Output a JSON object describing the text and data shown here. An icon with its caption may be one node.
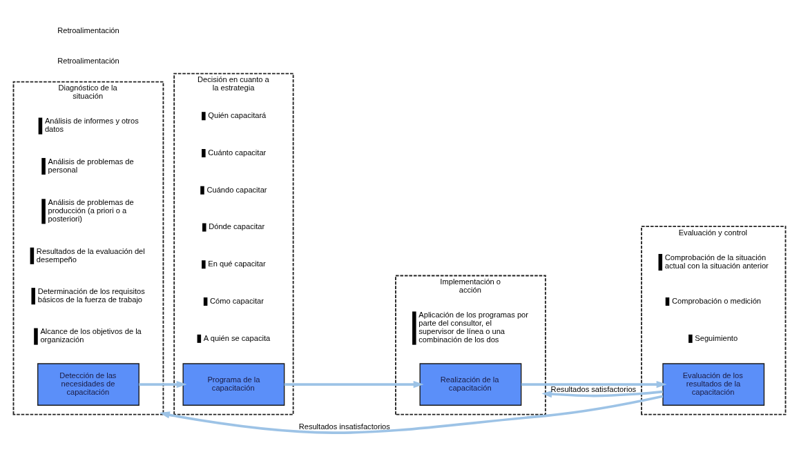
{
  "diagram": {
    "nodes": [
      {
        "text": [
          "Diagnóstico de la situación"
        ]
      },
      {
        "text": [
          "Detección de las necesidades de capacitación"
        ],
        "in": 0
      },
      {
        "text": [
          "Decisión en cuanto a la estrategia"
        ]
      },
      {
        "text": [
          "Programa de la capacitación"
        ],
        "in": 2
      },
      {
        "text": [
          "Implementación o acción"
        ]
      },
      {
        "text": [
          "Realización de la capacitación"
        ],
        "in": 4
      },
      {
        "text": [
          "Evaluación y control"
        ]
      },
      {
        "text": [
          "Evaluación de los resultados de la capacitación"
        ],
        "in": 6
      }
    ],
    "edges": [
      {
        "from": 1,
        "to": 3,
        "arrow": "to"
      },
      {
        "from": 3,
        "to": 5,
        "arrow": "to"
      },
      {
        "from": 5,
        "to": 7,
        "arrow": "to"
      },
      {
        "from": 7,
        "to": 4,
        "arrow": "to",
        "label": "Resultados satisfactorios"
      },
      {
        "from": 7,
        "to": 0,
        "arrow": "to",
        "label": "Resultados insatisfactorios"
      }
    ],
    "labels": [
      "Alcance de los objetivos de la organización",
      "Determinación de los requisitos básicos de la fuerza de trabajo",
      "Resultados de la evaluación del desempeño",
      "Análisis de problemas de producción (a priori o a posteriori)",
      "Análisis de problemas de personal",
      "Análisis de informes y otros datos",
      "A quién se capacita",
      "Cómo capacitar",
      "En qué capacitar",
      "Dónde capacitar",
      "Cuándo capacitar",
      "Cuánto capacitar",
      "Quién capacitará",
      "Aplicación de los programas por parte del consultor, el supervisor de línea o una combinación de los dos",
      "Seguimiento",
      "Comprobación o medición",
      "Comprobación de la situación actual con la situación anterior",
      "Retroalimentación",
      "Retroalimentación"
    ]
  }
}
